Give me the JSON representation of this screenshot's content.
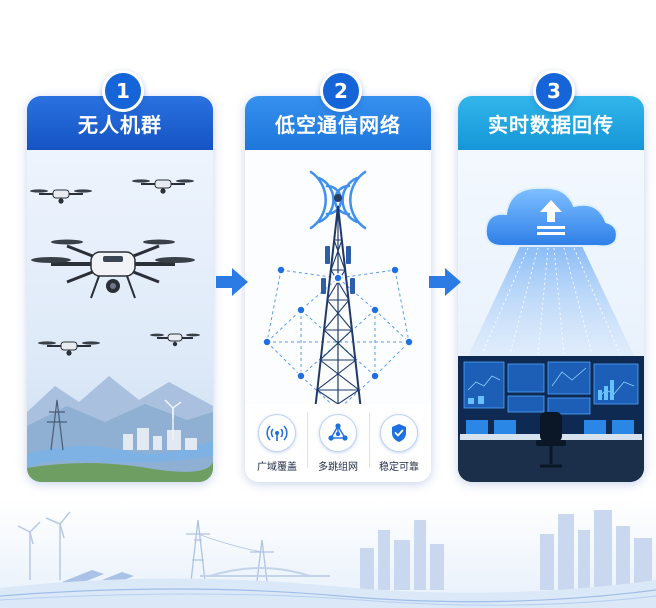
{
  "steps": [
    {
      "number": "1",
      "title": "无人机群"
    },
    {
      "number": "2",
      "title": "低空通信网络"
    },
    {
      "number": "3",
      "title": "实时数据回传"
    }
  ],
  "features": [
    {
      "label": "广域覆盖",
      "icon": "antenna-signal-icon"
    },
    {
      "label": "多跳组网",
      "icon": "network-nodes-icon"
    },
    {
      "label": "稳定可靠",
      "icon": "shield-check-icon"
    }
  ],
  "colors": {
    "primary": "#1565d8",
    "header_1": "#1a5fd0",
    "header_2": "#1f86e6",
    "header_3": "#1aa6e0",
    "arrow": "#2c7be5"
  }
}
